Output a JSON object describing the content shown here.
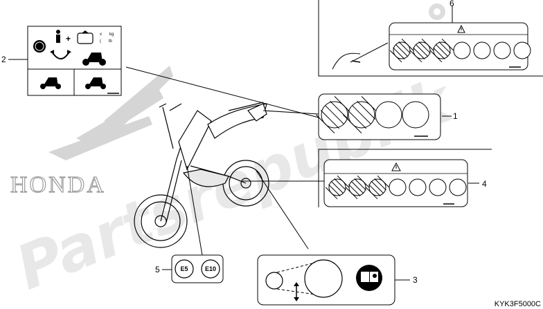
{
  "diagram": {
    "part_code": "KYK3F5000C",
    "watermark": "Partsrepublik",
    "honda_wordmark": "HONDA",
    "callouts": [
      {
        "number": "1"
      },
      {
        "number": "2"
      },
      {
        "number": "3"
      },
      {
        "number": "4"
      },
      {
        "number": "5"
      },
      {
        "number": "6"
      }
    ],
    "label_2": {
      "weight_unit_kg": "kg",
      "weight_unit_lb": "lb"
    },
    "label_5": {
      "fuel_badges": [
        "E5",
        "E10"
      ]
    },
    "icons": [
      "gear-icon",
      "warning-icon",
      "manual-icon",
      "rider-icon",
      "motorcycle-icon"
    ],
    "colors": {
      "line": "#000000",
      "watermark": "#d6d6d6"
    }
  }
}
